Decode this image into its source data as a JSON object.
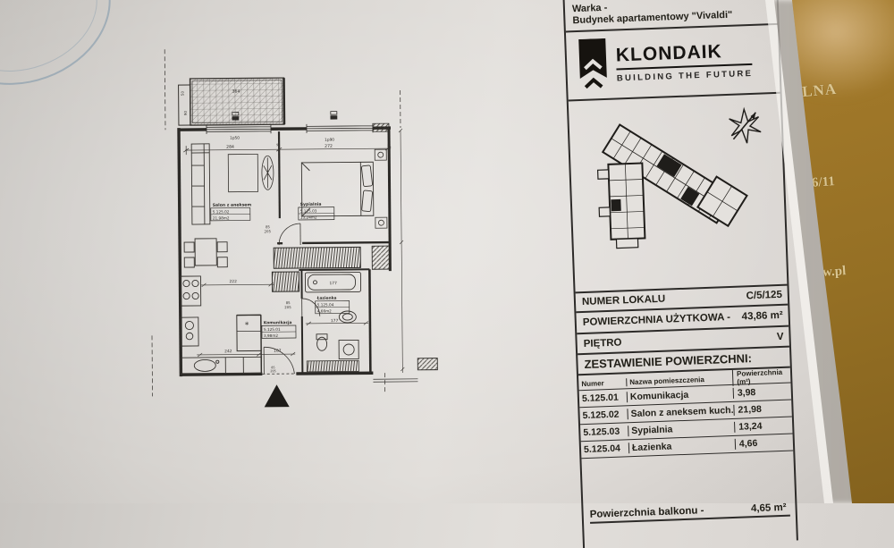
{
  "document": {
    "location_line1": "Warka -",
    "location_line2": "Budynek apartamentowy \"Vivaldi\"",
    "brand": {
      "name": "KLONDAIK",
      "tagline": "BUILDING THE FUTURE"
    },
    "info_rows": [
      {
        "label": "NUMER LOKALU",
        "value": "C/5/125"
      },
      {
        "label": "POWIERZCHNIA UŻYTKOWA -",
        "value": "43,86 m²"
      },
      {
        "label": "PIĘTRO",
        "value": "V"
      }
    ],
    "area_table": {
      "title": "ZESTAWIENIE POWIERZCHNI:",
      "columns": [
        "Numer",
        "Nazwa pomieszczenia",
        "Powierzchnia (m²)"
      ],
      "rows": [
        [
          "5.125.01",
          "Komunikacja",
          "3,98"
        ],
        [
          "5.125.02",
          "Salon z aneksem kuch.",
          "21,98"
        ],
        [
          "5.125.03",
          "Sypialnia",
          "13,24"
        ],
        [
          "5.125.04",
          "Łazienka",
          "4,66"
        ]
      ]
    },
    "balcony": {
      "label": "Powierzchnia balkonu  -",
      "value": "4,65 m²"
    }
  },
  "floor_plan": {
    "rooms": {
      "salon": {
        "name": "Salon z aneksem",
        "id": "5.125.02",
        "area": "21,98m2"
      },
      "sypialnia": {
        "name": "Sypialnia",
        "id": "5.125.03",
        "area": "13,24m2"
      },
      "komunikacja": {
        "name": "Komunikacja",
        "id": "5.125.01",
        "area": "3,98m2"
      },
      "lazienka": {
        "name": "Łazienka",
        "id": "5.125.04",
        "area": "4,66m2"
      }
    },
    "dimensions": {
      "balcony_width": "364",
      "balcony_d1": "50",
      "balcony_d2": "90",
      "salon_width": "284",
      "wall": "9",
      "bedroom_width": "272",
      "kitchen_width": "222",
      "tub_length": "177",
      "bath_width": "177",
      "dim_242": "242",
      "dim_107": "107"
    },
    "windows": {
      "left": "1p50",
      "right": "1p90"
    },
    "door_label": {
      "w": "85",
      "h": "205"
    }
  },
  "book_edge": {
    "color": "#a2792a",
    "texts": [
      "ALNA",
      "6/11",
      "w.pl"
    ]
  }
}
